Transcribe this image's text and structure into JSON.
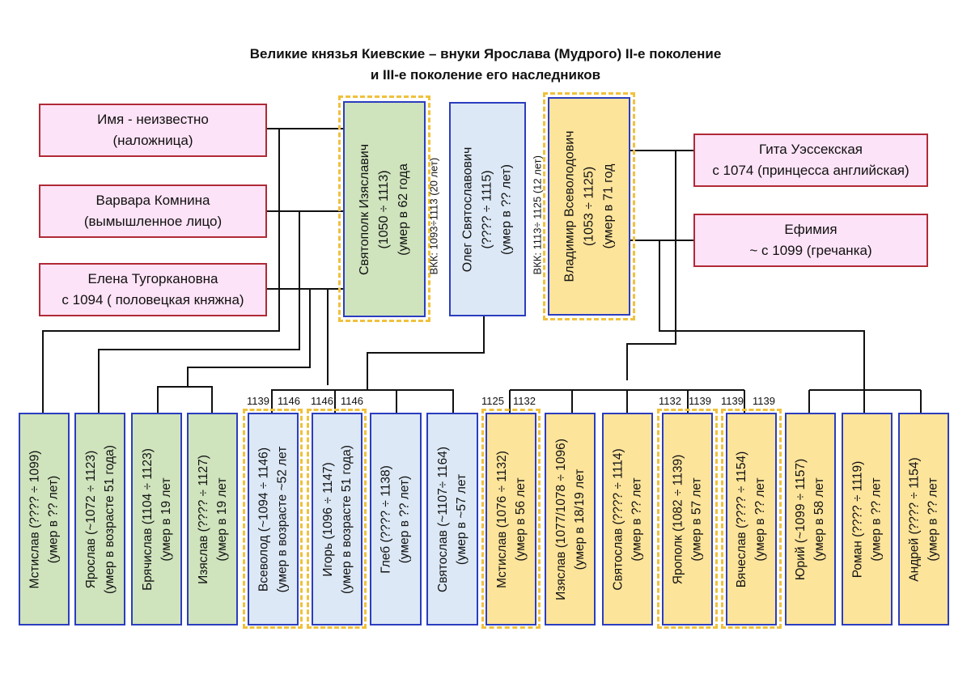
{
  "title": {
    "line1": "Великие князья Киевские – внуки Ярослава (Мудрого) II-е поколение",
    "line2": "и III-е поколение его наследников"
  },
  "wives_left": [
    {
      "line1": "Имя - неизвестно",
      "line2": "(наложница)"
    },
    {
      "line1": "Варвара Комнина",
      "line2": "(вымышленное лицо)"
    },
    {
      "line1": "Елена Тугоркановна",
      "line2": "с 1094 ( половецкая княжна)"
    }
  ],
  "wives_right": [
    {
      "line1": "Гита Уэссекская",
      "line2": "с 1074 (принцесса английская)"
    },
    {
      "line1": "Ефимия",
      "line2": "~ с 1099 (гречанка)"
    }
  ],
  "princes": [
    {
      "line1": "Святополк Изяславич",
      "line2": "(1050 ÷ 1113)",
      "line3": "(умер в 62 года"
    },
    {
      "line1": "Олег Святославович",
      "line2": "(???? ÷ 1115)",
      "line3": "(умер в ?? лет)"
    },
    {
      "line1": "Владимир Всеволодович",
      "line2": "(1053 ÷ 1125)",
      "line3": "(умер в 71 год"
    }
  ],
  "reign_labels": [
    "ВКК: 1093÷1113 (20 лет)",
    "ВКК: 1113÷ 1125 (12 лет)"
  ],
  "sons": [
    {
      "line1": "Мстислав (???? ÷ 1099)",
      "line2": "(умер в ?? лет)"
    },
    {
      "line1": "Ярослав (~1072 ÷ 1123)",
      "line2": "(умер в возрасте 51 года)"
    },
    {
      "line1": "Брячислав (1104 ÷ 1123)",
      "line2": "(умер в 19 лет"
    },
    {
      "line1": "Изяслав (???? ÷ 1127)",
      "line2": "(умер в 19 лет"
    },
    {
      "line1": "Всеволод (~1094 ÷ 1146)",
      "line2": "(умер в возрасте ~52 лет"
    },
    {
      "line1": "Игорь (1096 ÷ 1147)",
      "line2": "(умер в возрасте 51 года)"
    },
    {
      "line1": "Глеб (???? ÷ 1138)",
      "line2": "(умер в ?? лет)"
    },
    {
      "line1": "Святослав (~1107÷ 1164)",
      "line2": "(умер в ~57 лет"
    },
    {
      "line1": "Мстислав (1076 ÷ 1132)",
      "line2": "(умер в 56 лет"
    },
    {
      "line1": "Изяслав (1077/1078 ÷ 1096)",
      "line2": "(умер в 18/19 лет"
    },
    {
      "line1": "Святослав (???? ÷ 1114)",
      "line2": "(умер в ?? лет"
    },
    {
      "line1": "Ярополк (1082 ÷ 1139)",
      "line2": "(умер в 57 лет"
    },
    {
      "line1": "Вячеслав (???? ÷ 1154)",
      "line2": "(умер в ?? лет"
    },
    {
      "line1": "Юрий (~1099 ÷ 1157)",
      "line2": "(умер в 58 лет"
    },
    {
      "line1": "Роман (???? ÷ 1119)",
      "line2": "(умер в ?? лет"
    },
    {
      "line1": "Андрей (???? ÷ 1154)",
      "line2": "(умер в ?? лет"
    }
  ],
  "reign_years": [
    "1139",
    "1146",
    "1146",
    "1146",
    "1125",
    "1132",
    "1132",
    "1139",
    "1139",
    "1139"
  ],
  "colors": {
    "wife_fill": "#fde3f7",
    "wife_border": "#b02a37",
    "svyatopolk_line": "#cfe3bd",
    "oleg_line": "#dce8f5",
    "vladimir_line": "#fde49b",
    "box_border": "#2b3dbf",
    "grand_prince_dash": "#f0c13c"
  }
}
